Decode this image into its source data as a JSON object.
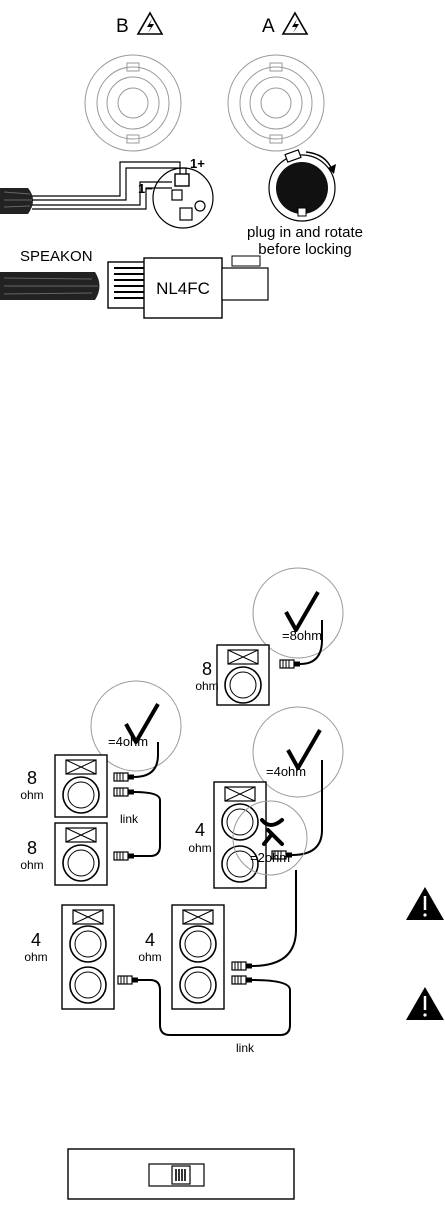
{
  "connectors": {
    "b_label": "B",
    "a_label": "A"
  },
  "wiring": {
    "pin_plus": "1+",
    "pin_minus": "1−",
    "instruction_line1": "plug in and rotate",
    "instruction_line2": "before locking",
    "plug_brand": "SPEAKON",
    "plug_model": "NL4FC"
  },
  "speakers": {
    "ohm_word": "ohm",
    "link_label": "link",
    "config1": {
      "speaker_value": "8",
      "result": "=8ohm",
      "status": "ok"
    },
    "config2": {
      "speaker_value_top": "8",
      "speaker_value_bottom": "8",
      "result": "=4ohm",
      "status": "ok"
    },
    "config3": {
      "speaker_value": "4",
      "result": "=4ohm",
      "status": "ok"
    },
    "config4": {
      "speaker_value_left": "4",
      "speaker_value_right": "4",
      "result": "=2ohm",
      "status": "not-allowed"
    }
  },
  "colors": {
    "line": "#000000",
    "faint": "#9a9a9a",
    "cable": "#333333"
  },
  "icons": [
    "lightning-warning-icon",
    "check-mark-icon",
    "cross-mark-icon",
    "exclamation-warning-icon",
    "slide-switch-icon"
  ]
}
